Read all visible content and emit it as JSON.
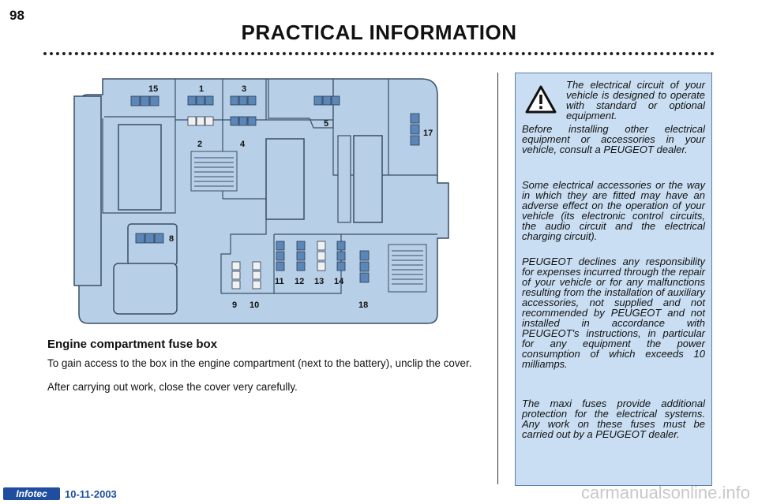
{
  "page": {
    "number": "98",
    "title": "PRACTICAL INFORMATION"
  },
  "diagram": {
    "fuse_labels": [
      "15",
      "1",
      "3",
      "2",
      "4",
      "5",
      "17",
      "8",
      "11",
      "12",
      "13",
      "14",
      "9",
      "10",
      "18"
    ],
    "colors": {
      "box": "#b7cfe7",
      "outline": "#3a4f66",
      "fuse": "#5b86b8",
      "fuse_light": "#f1f1f1"
    }
  },
  "main": {
    "heading": "Engine compartment fuse box",
    "paragraph1": "To gain access to the box in the engine compartment (next to the battery), unclip the cover.",
    "paragraph2": "After carrying out work, close the cover very carefully."
  },
  "infobox": {
    "icon": "warning-triangle-icon",
    "lead": "The electrical circuit of your vehicle is designed to operate with standard or optional equipment.",
    "p1": "Before installing other electrical equipment or accessories in your vehicle, consult a PEUGEOT dealer.",
    "p2": "Some electrical accessories or the way in which they are fitted may have an adverse effect on the operation of your vehicle (its electronic control circuits, the audio circuit and the electrical charging circuit).",
    "p3": "PEUGEOT declines any responsibility for expenses incurred through the repair of your vehicle or for any malfunctions resulting from the installation of auxiliary accessories, not supplied and not recommended by PEUGEOT and not installed in accordance with PEUGEOT's instructions, in particular for any equipment the power consumption of which exceeds 10 milliamps.",
    "p4": "The maxi fuses provide additional protection for the electrical systems. Any work on these fuses must be carried out by a PEUGEOT dealer."
  },
  "footer": {
    "badge": "Infotec",
    "date": "10-11-2003",
    "watermark": "carmanualsonline.info"
  }
}
